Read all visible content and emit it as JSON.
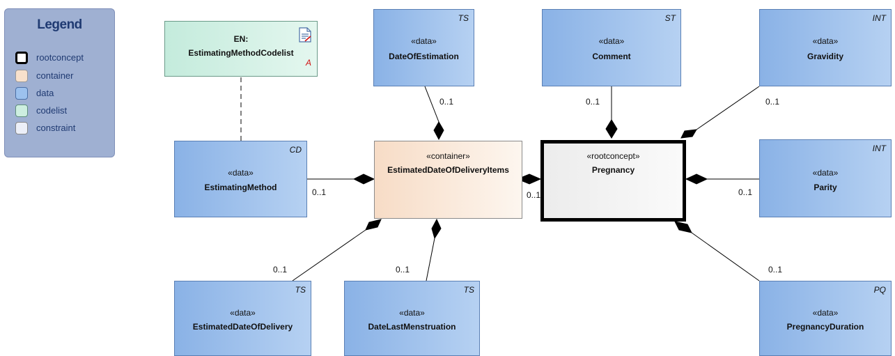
{
  "legend": {
    "title": "Legend",
    "items": [
      {
        "label": "rootconcept",
        "color": "#ffffff",
        "border": "#000000"
      },
      {
        "label": "container",
        "color": "#f8e1cc",
        "border": "#888888"
      },
      {
        "label": "data",
        "color": "#9cc1ee",
        "border": "#4a6fa6"
      },
      {
        "label": "codelist",
        "color": "#cdeee0",
        "border": "#5f8f7c"
      },
      {
        "label": "constraint",
        "color": "#eceff8",
        "border": "#888888"
      }
    ]
  },
  "nodes": {
    "codelist": {
      "stereotype": "EN:",
      "name": "EstimatingMethodCodelist",
      "abstract_mark": "A"
    },
    "date_of_estimation": {
      "stereotype": "«data»",
      "name": "DateOfEstimation",
      "type": "TS"
    },
    "comment": {
      "stereotype": "«data»",
      "name": "Comment",
      "type": "ST"
    },
    "gravidity": {
      "stereotype": "«data»",
      "name": "Gravidity",
      "type": "INT"
    },
    "estimating_method": {
      "stereotype": "«data»",
      "name": "EstimatingMethod",
      "type": "CD"
    },
    "container": {
      "stereotype": "«container»",
      "name": "EstimatedDateOfDeliveryItems"
    },
    "pregnancy": {
      "stereotype": "«rootconcept»",
      "name": "Pregnancy"
    },
    "parity": {
      "stereotype": "«data»",
      "name": "Parity",
      "type": "INT"
    },
    "estimated_date": {
      "stereotype": "«data»",
      "name": "EstimatedDateOfDelivery",
      "type": "TS"
    },
    "date_last_menstruation": {
      "stereotype": "«data»",
      "name": "DateLastMenstruation",
      "type": "TS"
    },
    "pregnancy_duration": {
      "stereotype": "«data»",
      "name": "PregnancyDuration",
      "type": "PQ"
    }
  },
  "multiplicities": {
    "date_of_estimation": "0..1",
    "comment": "0..1",
    "gravidity": "0..1",
    "estimating_method": "0..1",
    "container": "0..1",
    "parity": "0..1",
    "estimated_date": "0..1",
    "date_last_menstruation": "0..1",
    "pregnancy_duration": "0..1"
  }
}
